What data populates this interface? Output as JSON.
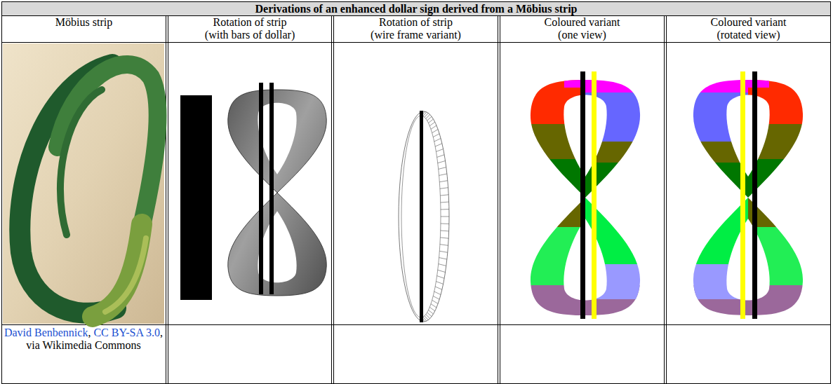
{
  "diagram": {
    "title": "Derivations of an enhanced dollar sign derived from a Möbius strip",
    "labels": [
      "Möbius strip",
      "Rotation of strip (with bars of dollar)",
      "Rotation of strip (wire frame variant)",
      "Coloured variant (one view)",
      "Coloured variant (rotated view)",
      "David Benbennick",
      ",",
      "CC BY-SA 3.0",
      ", via Wikimedia Commons"
    ]
  }
}
